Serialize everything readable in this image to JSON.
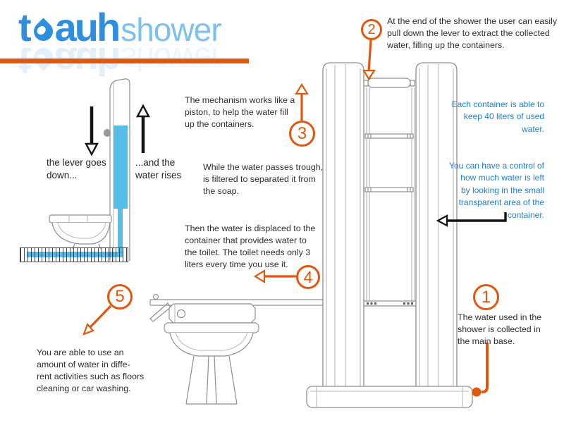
{
  "brand": {
    "name": "toauh shower",
    "logo_part1": "t",
    "logo_part2": "auh",
    "logo_suffix": "shower",
    "logo_blue": "#2E8FE0",
    "logo_light_blue": "#7CC0F0",
    "accent_orange": "#E2570E",
    "water_blue": "#56BCE8",
    "note_blue": "#1A7EDC"
  },
  "steps": [
    {
      "number": "1",
      "text": [
        "The water used in the",
        "shower is collected in",
        "the main base."
      ]
    },
    {
      "number": "2",
      "text": [
        "At the end of the shower the user can easily",
        "pull down the lever to extract the collected",
        "water, filling up the containers."
      ]
    },
    {
      "number": "3",
      "text": [
        "The mechanism works like a",
        "piston, to help the water fill",
        "up the containers."
      ]
    },
    {
      "number": "4",
      "text": [
        "Then the water is displaced to the",
        "container that provides water to",
        "the toilet. The toilet needs only 3",
        "liters every time you use it."
      ]
    },
    {
      "number": "5",
      "text": [
        "You are able to use an",
        "amount of water in diffe-",
        "rent activities such as floors",
        "cleaning or car washing."
      ]
    }
  ],
  "side_notes": {
    "filter": [
      "While the water passes trough,",
      "is filtered to separated it from",
      "the soap."
    ],
    "container_capacity": [
      "Each container is able to",
      "keep 40 liters of used",
      "water."
    ],
    "water_level_control": [
      "You can have a control of",
      "how much water is left",
      "by looking in the small",
      "transparent area of the",
      "container."
    ]
  },
  "side_diagram_labels": {
    "lever_down": [
      "the lever goes",
      "down..."
    ],
    "water_rises": [
      "...and the",
      "water rises"
    ]
  }
}
